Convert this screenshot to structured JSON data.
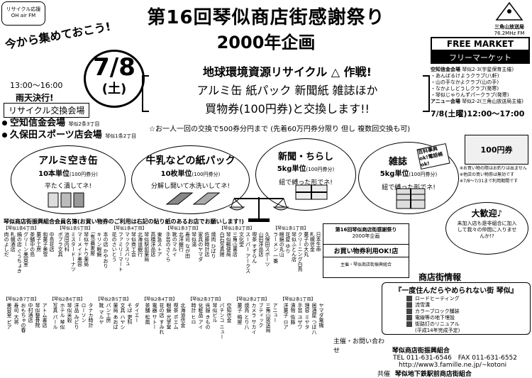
{
  "header": {
    "title_line1": "第16回琴似商店街感謝祭り",
    "title_line2": "2000年企画",
    "slogan": "今から集めておこう!",
    "logo_left_text": "リサイクル応援",
    "logo_left_sub": "OH air FM",
    "radio_station": "三角山放送局",
    "radio_freq": "76.2MHz FM"
  },
  "event": {
    "date_big": "7/8",
    "day": "(土)",
    "time": "13:00～16:00",
    "rain_note": "雨天決行!",
    "exchange_label": "リサイクル交換会場",
    "venues": [
      {
        "name": "空知信金会場",
        "addr": "琴似2条3丁目"
      },
      {
        "name": "久保田スポーツ店会場",
        "addr": "琴似1条2丁目"
      }
    ]
  },
  "campaign": {
    "title": "地球環境資源リサイクル",
    "title_suffix": "作戦!",
    "line2": "アルミ缶 紙パック 新聞紙 雑誌ほか",
    "line3": "買物券(100円券)と交換します!!",
    "note": "☆お一人一回の交換で500券分円まで (先着60万円券分限り 但し 複数回交換も可)"
  },
  "free_market": {
    "title": "FREE MARKET",
    "subtitle": "フリーマーケット",
    "venue1": "空知信金会場",
    "venue1_addr": "琴似2-3(宇星保育主催)",
    "groups": [
      "・あんばるけようクラブ(八軒)",
      "・山の手なかよクラブ(山の手)",
      "・なかよしどうしクラブ(発寒)",
      "・琴似じゃりんずパークラブ(発寒)"
    ],
    "venue2": "アニュー会場",
    "venue2_addr": "琴似2-2(三角山放送局主催)",
    "datetime": "7/8(土曜)12:00～17:00"
  },
  "categories": [
    {
      "name": "アルミ空き缶",
      "unit": "10本単位",
      "unit_note": "(100円券分)",
      "tip": "平たく潰してネ!"
    },
    {
      "name": "牛乳などの紙パック",
      "unit": "10枚単位",
      "unit_note": "(100円券分)",
      "tip": "分解し開いて水洗いしてネ!"
    },
    {
      "name": "新聞・ちらし",
      "unit": "5kg単位",
      "unit_note": "(100円券分)",
      "tip": "紐で縛った形でネ!"
    },
    {
      "name": "雑誌",
      "unit": "5kg単位",
      "unit_note": "(100円券分)",
      "tip": "紐で縛った形でネ!",
      "badge": "百科事典ok!電話帳ok!"
    }
  ],
  "voucher": {
    "label": "100円券",
    "notes": [
      "※お買い物の際はお釣りは出ません",
      "※他店の買い物券は無効です",
      "※7/8～7/31まで利用期間です"
    ]
  },
  "members_header": "琴似商店街振興組合会員名簿(お買い物券のご利用は右記の貼り紙のあるお店でお願いします!)",
  "sticker": {
    "line1": "第16回琴似商店街感謝祭り",
    "line2": "2000年企画",
    "line3": "お買い物券利用OK!店",
    "footer": "主催・琴似商店街振興組合"
  },
  "welcome": {
    "title": "大歓迎♪",
    "text": "未加入店も是非組合に加入して我々の仲間に入りませんか!?"
  },
  "shop_info": {
    "title": "商店街情報",
    "subtitle": "『一度住んだらやめられない街 琴似』",
    "items": [
      "ロードヒーティング",
      "流雪溝",
      "カラーブロック舗装",
      "電線等の地下埋設",
      "街路灯のリニュアル"
    ],
    "note": "(平成14年完成予定)"
  },
  "contact": {
    "label": "主催・お問い合わせ",
    "org": "琴似商店街振興組合",
    "tel": "TEL 011-631-6546",
    "fax": "FAX 011-631-6552",
    "url": "http://www3.famille.ne.jp/~kotoni",
    "cosponsor_label": "共催",
    "cosponsor": "琴似地下鉄駅前商店街組合"
  },
  "member_blocks_top": [
    {
      "head": "【琴似1条6丁目】",
      "items": [
        "中島花店",
        "和菓子美雪",
        "菓子工房",
        "茶舗中の島",
        "グリーン美容室",
        "鍋の店 ぐうちょき",
        "札幌酒店",
        "肉のよしだ"
      ]
    },
    {
      "head": "【琴似1条5丁目】",
      "items": [
        "本の店 かやおり",
        "キリン眼鏡",
        "(有)蕎麦屋",
        "琴似サトウ薬局",
        "マーメイド美容",
        "ミスタードーナツ",
        "池田内科",
        "ポプラ文具"
      ]
    },
    {
      "head": "【琴似1条4丁目】",
      "items": [
        "東急ストア",
        "高橋洋品店",
        "琴似駅前薬局",
        "北海道銀行",
        "琴似商工会",
        "マックスバリュ",
        "ファミリーマート",
        "花のさいとう"
      ]
    },
    {
      "head": "【琴似1条3丁目】",
      "items": [
        "焼肉 ひばり",
        "佐藤時計店",
        "家具のヤマダ",
        "琴似湯",
        "寿司 なが田",
        "北洋銀行",
        "靴のマルイ",
        "手芸のさくら"
      ]
    },
    {
      "head": "【琴似1条2丁目】",
      "items": [
        "久保田スポーツ",
        "山田洋品店",
        "喫茶 すずらん",
        "スーパー アークス",
        "文化堂",
        "三角山書店",
        "琴似郵便局",
        "白石写真館"
      ]
    },
    {
      "head": "【琴似1条1丁目】",
      "items": [
        "日本生命",
        "札幌信金",
        "菓子の大丸",
        "クリーニング白鳥",
        "琴似ふとん店",
        "花屋 ゆり",
        "眼鏡の丸山",
        "ラーメン 一番"
      ]
    }
  ],
  "member_blocks_bottom": [
    {
      "head": "【琴似2条7丁目】",
      "items": [
        "アトム書店",
        "琴似整骨院",
        "中村酒店",
        "おもちゃの春",
        "寿司 大将",
        "美容室 ピア"
      ]
    },
    {
      "head": "【琴似2条6丁目】",
      "items": [
        "タナカ時計",
        "ローソン",
        "洋品 みどり",
        "琴似米穀",
        "ホテル 琴似",
        "写真 パール"
      ]
    },
    {
      "head": "【琴似2条5丁目】",
      "items": [
        "ダイエー",
        "そば 更科",
        "文具 ハヤシ",
        "薬局 あおば",
        "パン工房",
        "靴 マルヤ"
      ]
    },
    {
      "head": "【琴似2条4丁目】",
      "items": [
        "北海道信金",
        "喫茶 ポエム",
        "眼鏡 光学堂",
        "花の店 すみれ",
        "電器 サトー",
        "茶舗 松風"
      ]
    },
    {
      "head": "【琴似2条3丁目】",
      "items": [
        "空知信金",
        "パチンコ ニュー",
        "琴似ビル",
        "呉服 きもの",
        "化粧品 アイ",
        "時計 ヒロ"
      ]
    },
    {
      "head": "【琴似2条2丁目】",
      "items": [
        "アニュー",
        "三角山放送局",
        "ブティック",
        "カメラ サカイ",
        "焼鳥 とり八",
        "菓子 梅屋"
      ]
    },
    {
      "head": "【琴似2条1丁目】",
      "items": [
        "ヤマダ電機",
        "居酒屋 つぼ八",
        "理容 ミヤタ",
        "手芸 ユザワ",
        "漬物 佐藤",
        "洋菓子 ロア"
      ]
    }
  ]
}
